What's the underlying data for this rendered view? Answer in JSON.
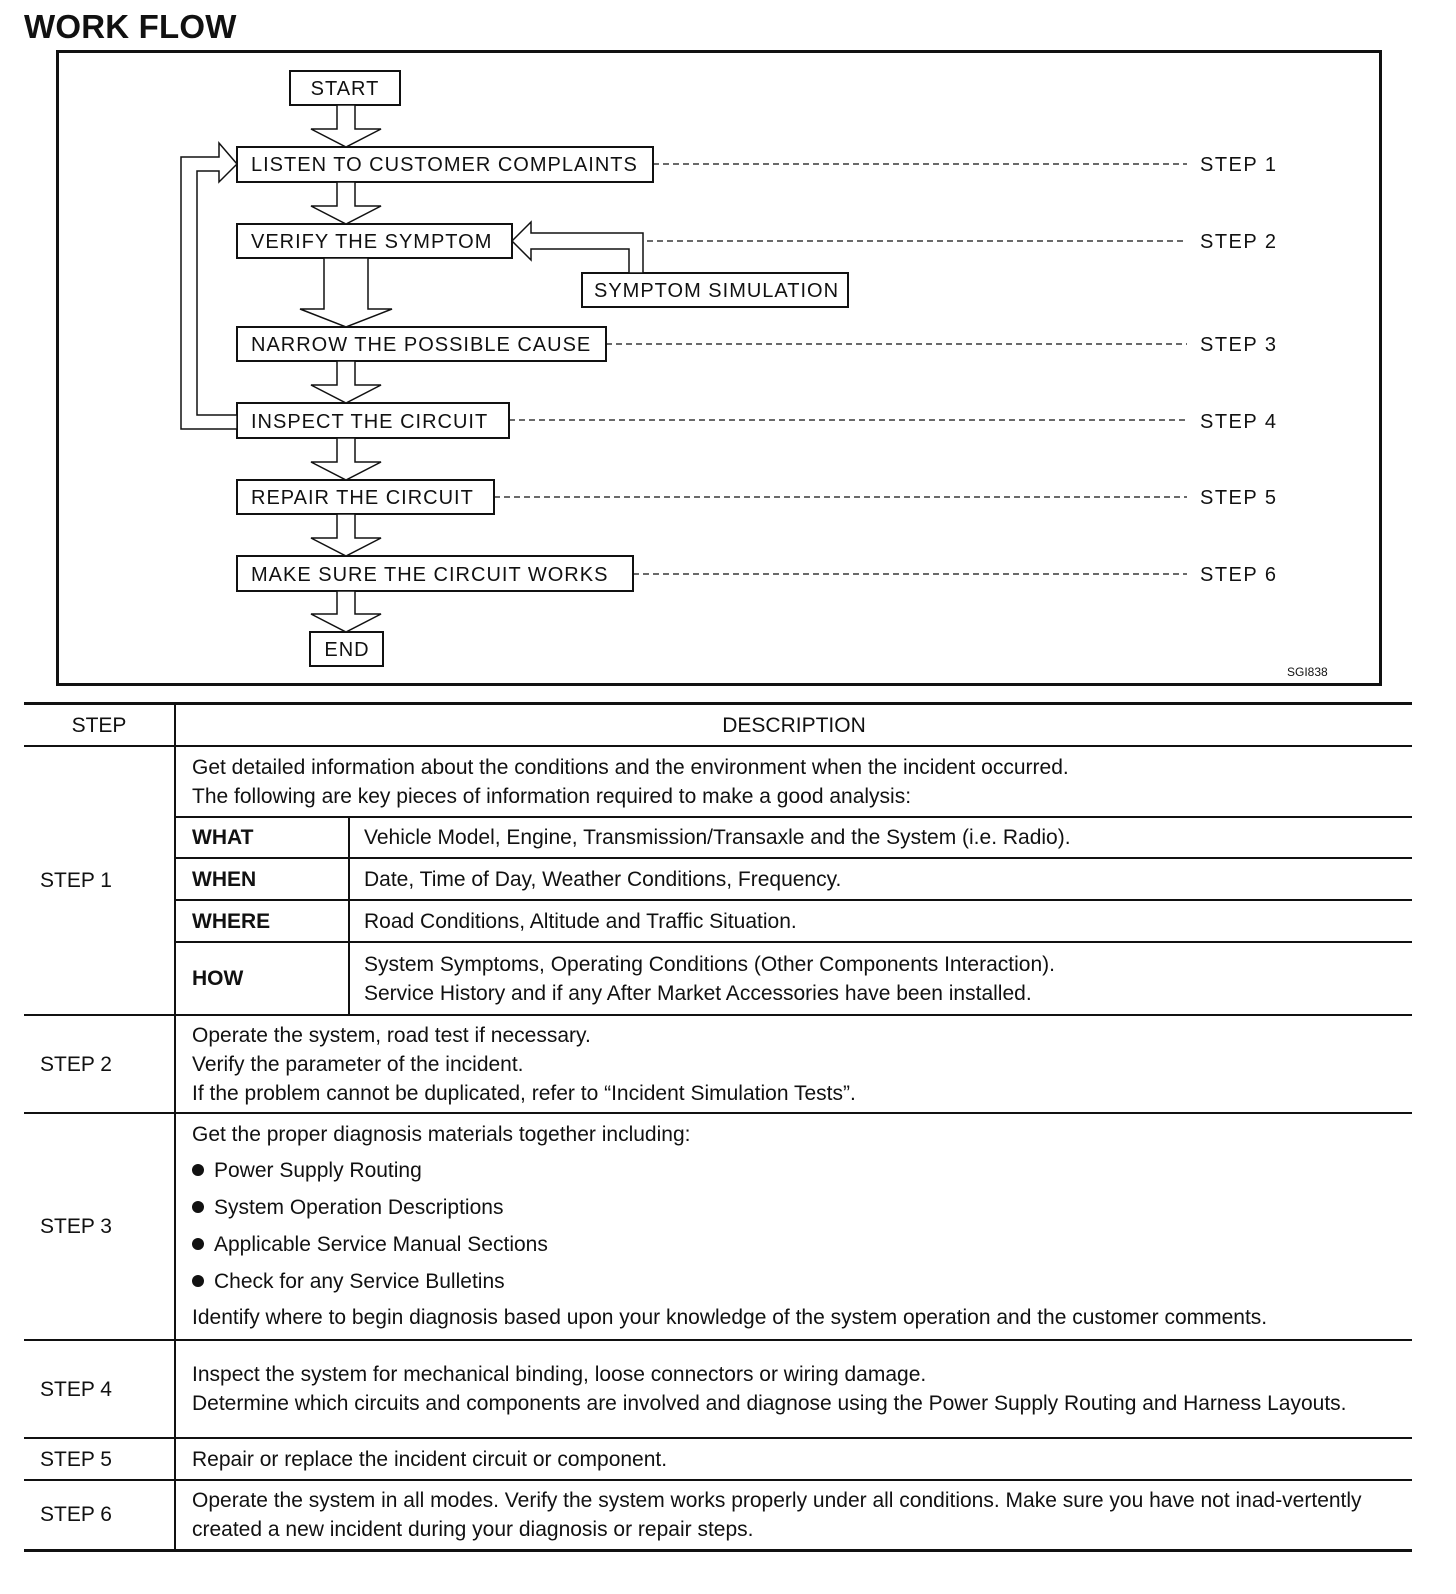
{
  "page": {
    "title": "WORK FLOW"
  },
  "flowchart": {
    "start_label": "START",
    "end_label": "END",
    "figure_code": "SGI838",
    "nodes": [
      {
        "label": "LISTEN TO CUSTOMER COMPLAINTS",
        "step": "STEP 1"
      },
      {
        "label": "VERIFY THE SYMPTOM",
        "step": "STEP 2"
      },
      {
        "label": "NARROW THE POSSIBLE CAUSE",
        "step": "STEP 3"
      },
      {
        "label": "INSPECT THE CIRCUIT",
        "step": "STEP 4"
      },
      {
        "label": "REPAIR THE CIRCUIT",
        "step": "STEP 5"
      },
      {
        "label": "MAKE SURE THE CIRCUIT WORKS",
        "step": "STEP 6"
      }
    ],
    "side_box_label": "SYMPTOM SIMULATION"
  },
  "table": {
    "headers": {
      "step": "STEP",
      "description": "DESCRIPTION"
    },
    "step1": {
      "label": "STEP 1",
      "intro": [
        "Get detailed information about the conditions and the environment when the incident occurred.",
        "The following are key pieces of information required to make a good analysis:"
      ],
      "rows": [
        {
          "key": "WHAT",
          "lines": [
            "Vehicle Model, Engine, Transmission/Transaxle and the System (i.e. Radio)."
          ]
        },
        {
          "key": "WHEN",
          "lines": [
            "Date, Time of Day, Weather Conditions, Frequency."
          ]
        },
        {
          "key": "WHERE",
          "lines": [
            "Road Conditions, Altitude and Traffic Situation."
          ]
        },
        {
          "key": "HOW",
          "lines": [
            "System Symptoms, Operating Conditions (Other Components Interaction).",
            "Service History and if any After Market Accessories have been installed."
          ]
        }
      ]
    },
    "step2": {
      "label": "STEP 2",
      "lines": [
        "Operate the system, road test if necessary.",
        "Verify the parameter of the incident.",
        "If the problem cannot be duplicated, refer to “Incident Simulation Tests”."
      ]
    },
    "step3": {
      "label": "STEP 3",
      "intro": "Get the proper diagnosis materials together including:",
      "bullets": [
        "Power Supply Routing",
        "System Operation Descriptions",
        "Applicable Service Manual Sections",
        "Check for any Service Bulletins"
      ],
      "outro": "Identify where to begin diagnosis based upon your knowledge of the system operation and the customer comments."
    },
    "step4": {
      "label": "STEP 4",
      "lines": [
        "Inspect the system for mechanical binding, loose connectors or wiring damage.",
        "Determine which circuits and components are involved and diagnose using the Power Supply Routing and Harness Layouts."
      ]
    },
    "step5": {
      "label": "STEP 5",
      "lines": [
        "Repair or replace the incident circuit or component."
      ]
    },
    "step6": {
      "label": "STEP 6",
      "lines": [
        "Operate the system in all modes. Verify the system works properly under all conditions. Make sure you have not inad-vertently created a new incident during your diagnosis or repair steps."
      ]
    }
  }
}
